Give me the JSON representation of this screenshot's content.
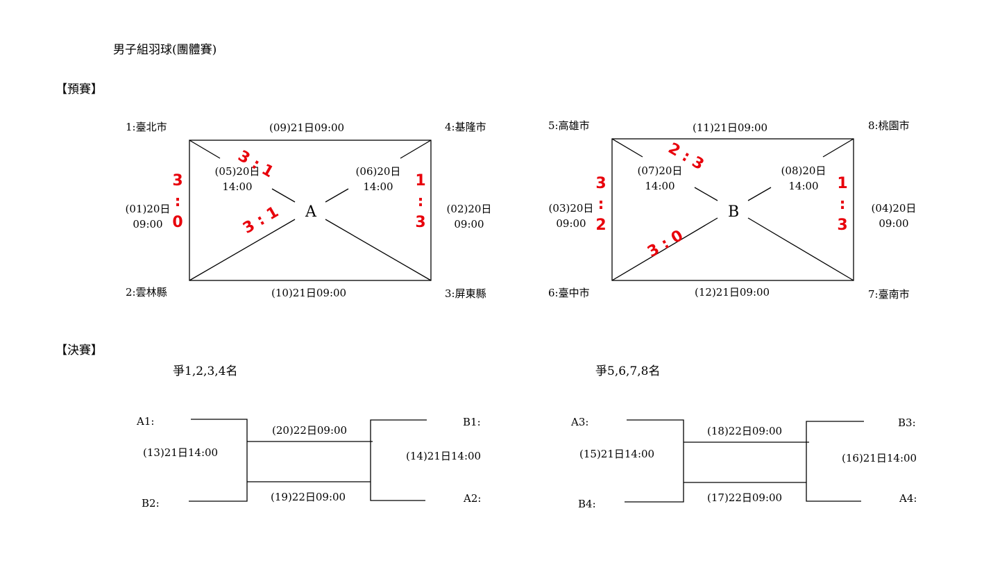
{
  "title": "男子組羽球(團體賽)",
  "prelim": {
    "heading": "【預賽】",
    "groupA": {
      "letter": "A",
      "teams": [
        "1:臺北市",
        "2:雲林縣",
        "3:屏東縣",
        "4:基隆市"
      ],
      "matches": {
        "m01": "(01)20日\n09:00",
        "m02": "(02)20日\n09:00",
        "m05": "(05)20日\n14:00",
        "m06": "(06)20日\n14:00",
        "m09": "(09)21日09:00",
        "m10": "(10)21日09:00"
      },
      "scores": {
        "s01": "3\n:\n0",
        "s02": "1\n:\n3",
        "s05": "3 : 1",
        "s06": "3 : 1"
      }
    },
    "groupB": {
      "letter": "B",
      "teams": [
        "5:高雄市",
        "6:臺中市",
        "7:臺南市",
        "8:桃園市"
      ],
      "matches": {
        "m03": "(03)20日\n09:00",
        "m04": "(04)20日\n09:00",
        "m07": "(07)20日\n14:00",
        "m08": "(08)20日\n14:00",
        "m11": "(11)21日09:00",
        "m12": "(12)21日09:00"
      },
      "scores": {
        "s03": "3\n:\n2",
        "s04": "1\n:\n3",
        "s07": "2 : 3",
        "s08": "3 : 0"
      }
    }
  },
  "finals": {
    "heading": "【決賽】",
    "bracket1": {
      "title": "爭1,2,3,4名",
      "slots": [
        "A1:",
        "B2:",
        "B1:",
        "A2:"
      ],
      "matches": [
        "(13)21日14:00",
        "(14)21日14:00",
        "(20)22日09:00",
        "(19)22日09:00"
      ]
    },
    "bracket2": {
      "title": "爭5,6,7,8名",
      "slots": [
        "A3:",
        "B4:",
        "B3:",
        "A4:"
      ],
      "matches": [
        "(15)21日14:00",
        "(16)21日14:00",
        "(18)22日09:00",
        "(17)22日09:00"
      ]
    }
  },
  "colors": {
    "score": "#e8000b",
    "line": "#000000"
  }
}
